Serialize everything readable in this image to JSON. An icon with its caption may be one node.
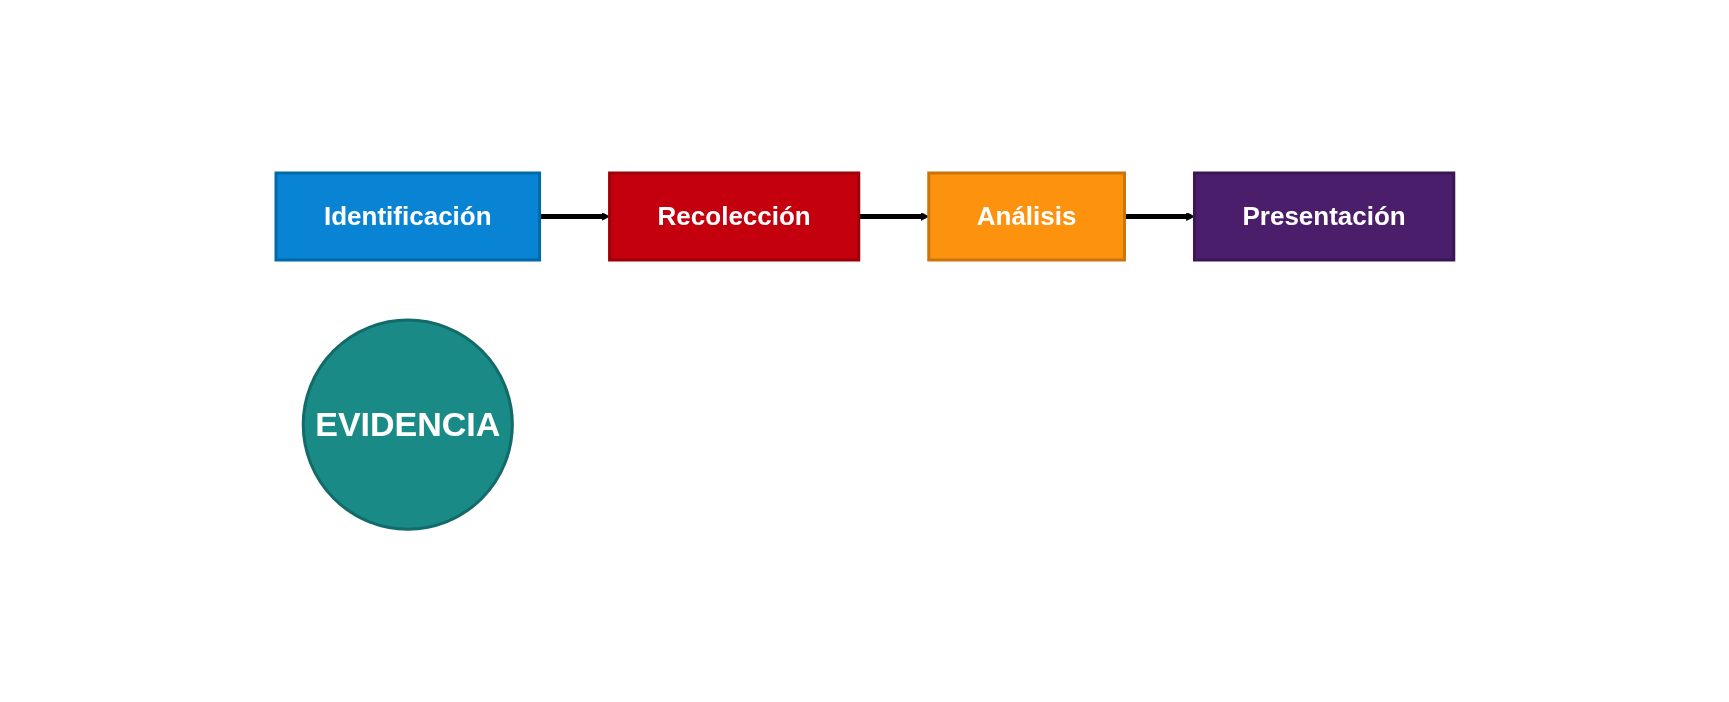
{
  "diagram": {
    "nodes": [
      {
        "text": [
          "Identificación"
        ]
      },
      {
        "text": [
          "Recolección"
        ]
      },
      {
        "text": [
          "Análisis"
        ]
      },
      {
        "text": [
          "Presentación"
        ]
      },
      {
        "text": [
          "EVIDENCIA"
        ]
      }
    ],
    "edges": [
      {
        "from": 0,
        "to": 1,
        "arrow": "to"
      },
      {
        "from": 1,
        "to": 2,
        "arrow": "to"
      },
      {
        "from": 2,
        "to": 3,
        "arrow": "to"
      }
    ]
  }
}
